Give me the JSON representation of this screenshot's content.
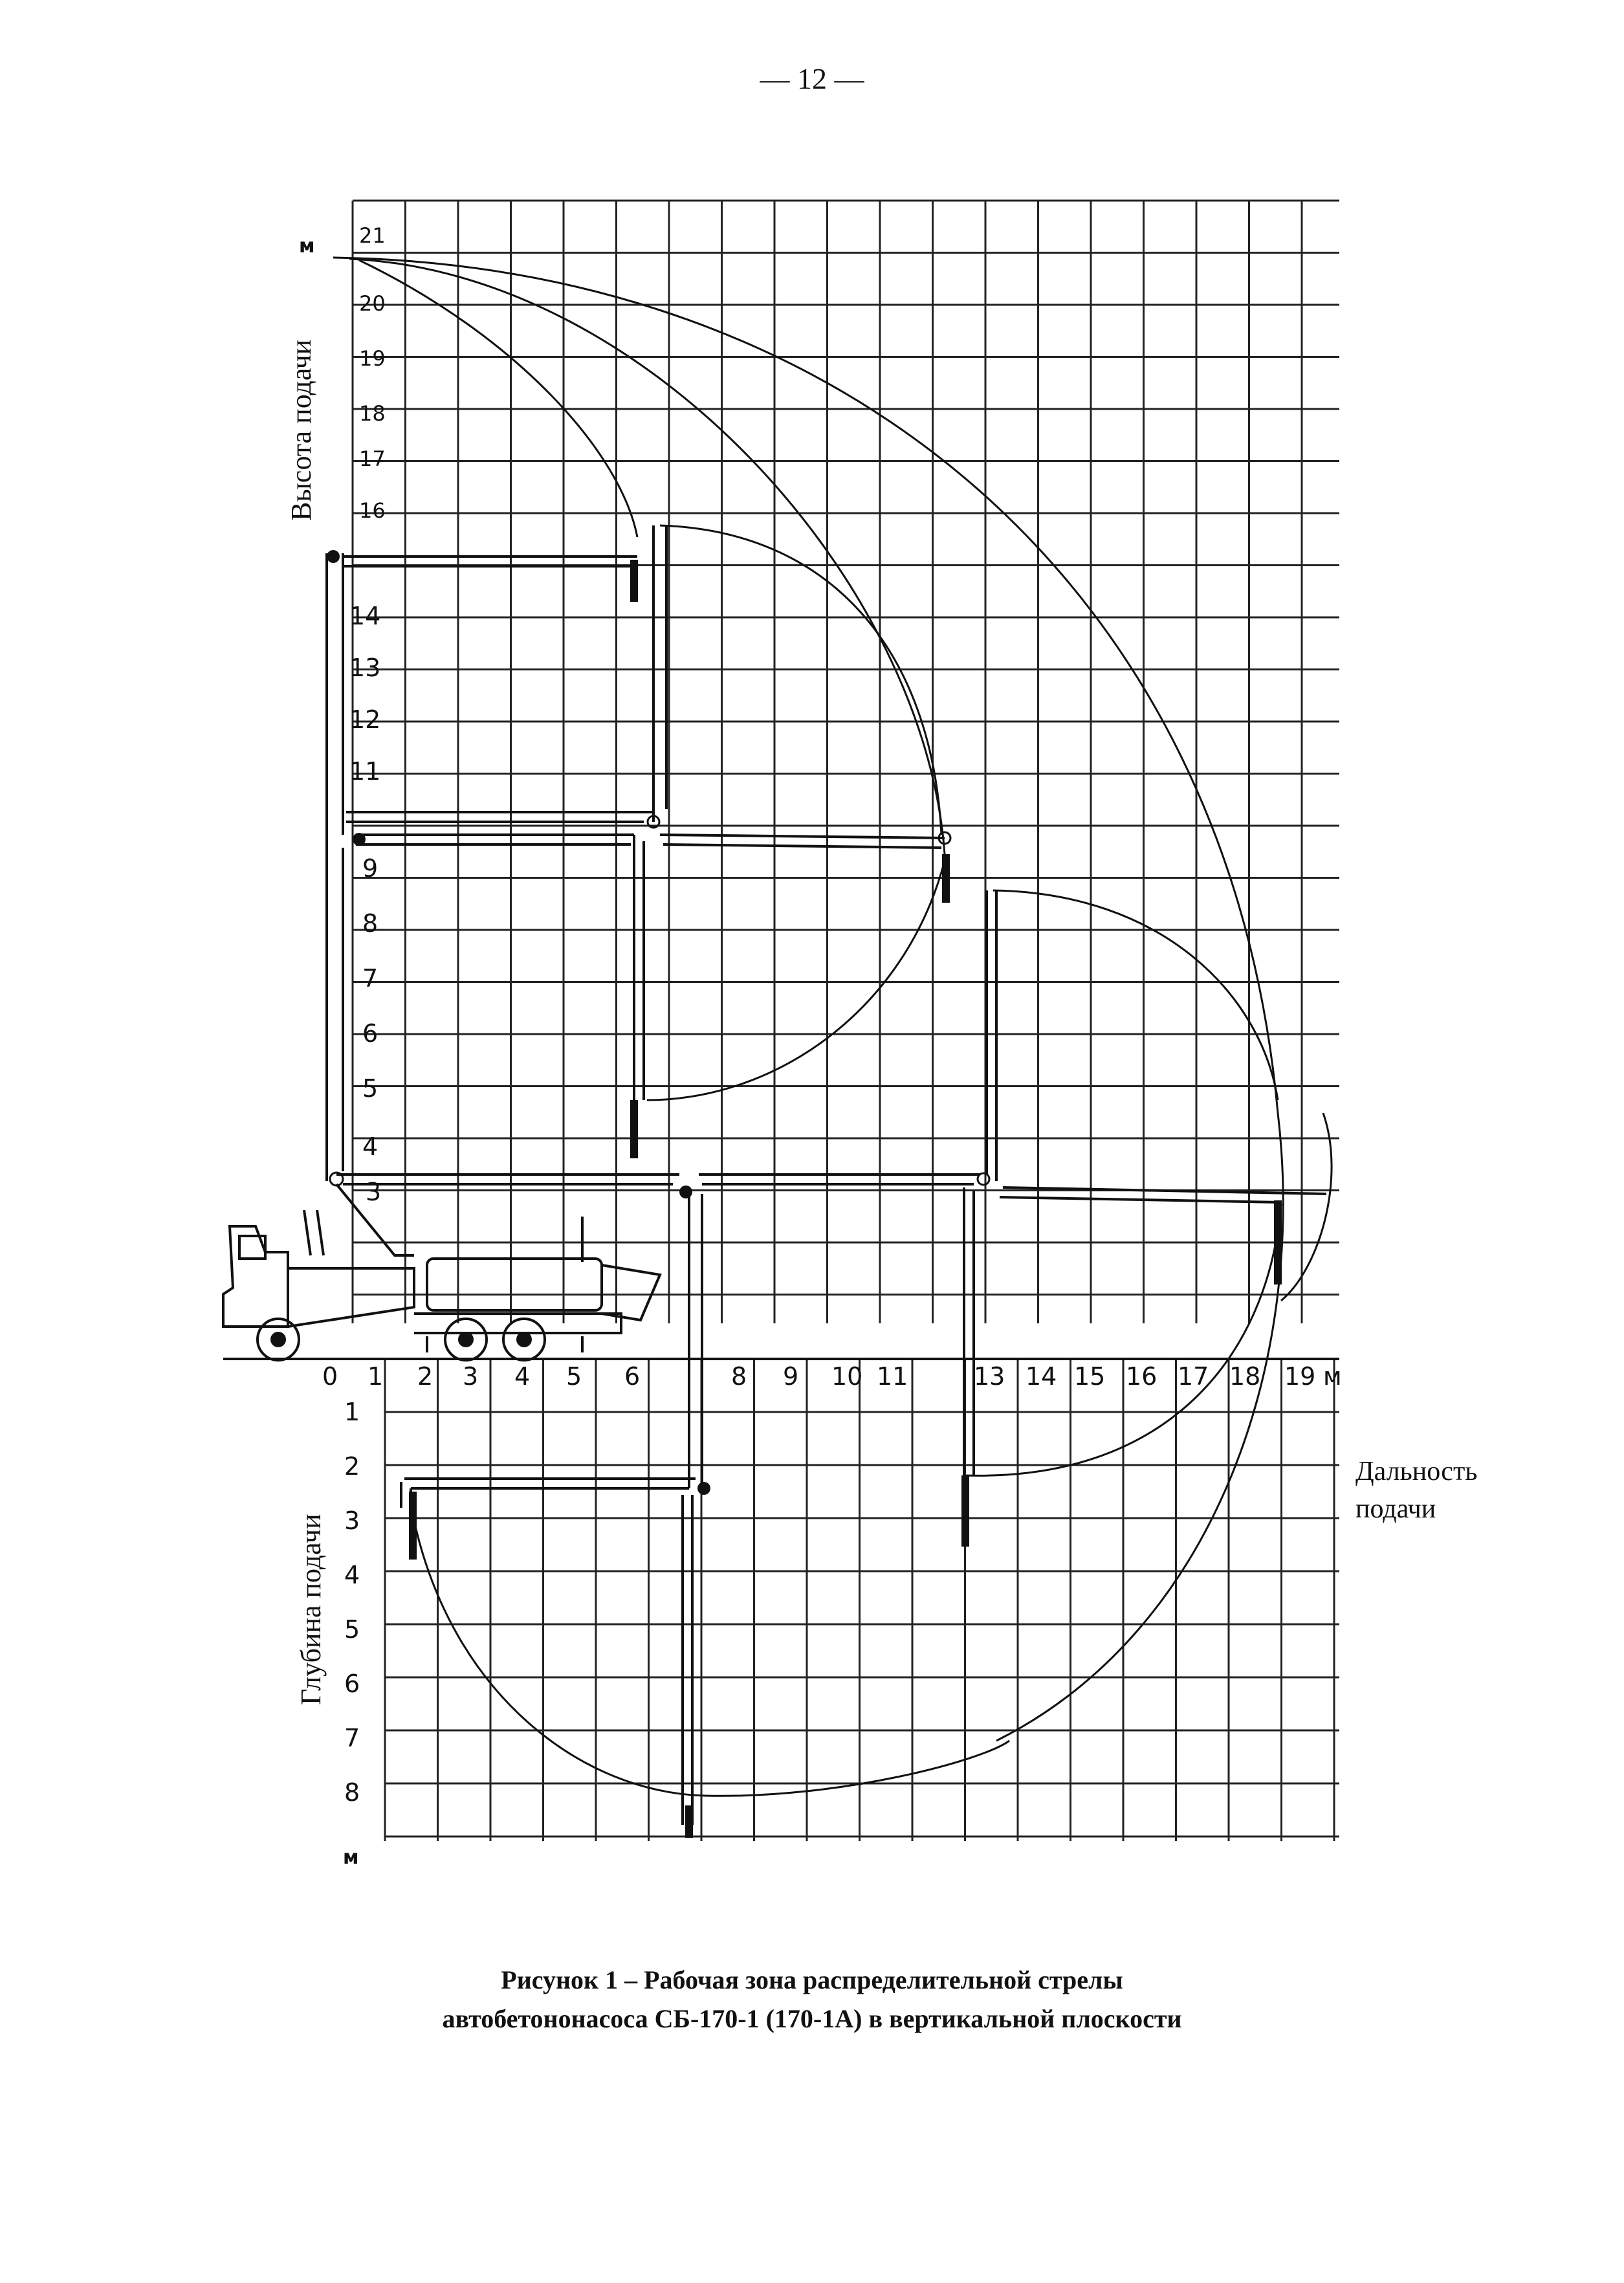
{
  "page_number": "— 12 —",
  "figure": {
    "height_axis_title": "Высота подачи",
    "depth_axis_title": "Глубина подачи",
    "range_axis_title": [
      "Дальность",
      "подачи"
    ],
    "height_unit": "м",
    "depth_unit": "м",
    "range_unit": "м",
    "height_ticks": [
      "21",
      "20",
      "19",
      "18",
      "17",
      "16",
      "14",
      "13",
      "12",
      "11",
      "9",
      "8",
      "7",
      "6",
      "5",
      "4",
      "3"
    ],
    "depth_ticks": [
      "1",
      "2",
      "3",
      "4",
      "5",
      "6",
      "7",
      "8"
    ],
    "range_ticks": [
      "0",
      "1",
      "2",
      "3",
      "4",
      "5",
      "6",
      "8",
      "9",
      "10",
      "11",
      "13",
      "14",
      "15",
      "16",
      "17",
      "18",
      "19"
    ]
  },
  "caption": {
    "line1": "Рисунок 1 – Рабочая зона распределительной стрелы",
    "line2": "автобетононасоса СБ-170-1 (170-1А) в вертикальной плоскости"
  }
}
